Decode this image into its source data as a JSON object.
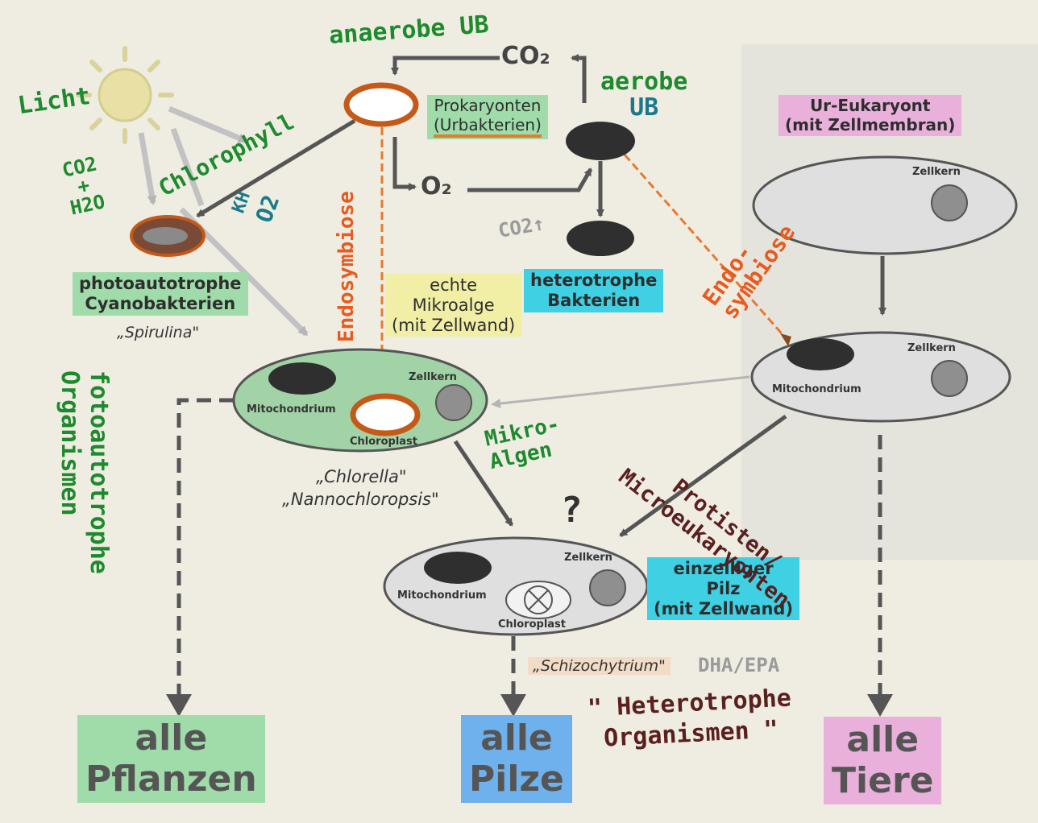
{
  "nodes": {
    "prokaryonten": [
      "Prokaryonten",
      "(Urbakterien)"
    ],
    "ur_eukaryont": [
      "Ur-Eukaryont",
      "(mit Zellmembran)"
    ],
    "photoautotrophe": [
      "photoautotrophe",
      "Cyanobakterien"
    ],
    "spirulina": "„Spirulina\"",
    "echte_mikroalge": [
      "echte",
      "Mikroalge",
      "(mit Zellwand)"
    ],
    "heterotrophe_bakterien": [
      "heterotrophe",
      "Bakterien"
    ],
    "einzelliger_pilz": [
      "einzelliger",
      "Pilz",
      "(mit Zellwand)"
    ],
    "chlorella": "„Chlorella\"",
    "nannochloropsis": "„Nannochloropsis\"",
    "schizochytrium": "„Schizochytrium\""
  },
  "molecules": {
    "co2": "CO₂",
    "o2": "O₂"
  },
  "organelles": {
    "zellkern": "Zellkern",
    "mitochondrium": "Mitochondrium",
    "chloroplast": "Chloroplast"
  },
  "handwriting": {
    "licht": "Licht",
    "chlorophyll": "Chlorophyll",
    "co2_h2o": [
      "CO2",
      "+",
      "H2O"
    ],
    "anaerobe_ub": "anaerobe UB",
    "aerobe_ub": [
      "aerobe",
      "UB"
    ],
    "endosymbiose_1": "Endosymbiose",
    "endosymbiose_2": [
      "Endo-",
      "symbiose"
    ],
    "o2_kh": [
      "KH",
      "O2"
    ],
    "co2_arrow": "CO2↑",
    "fotoautotrophe": [
      "fotoautotrophe",
      "Organismen"
    ],
    "mikroalgen": [
      "Mikro-",
      "Algen"
    ],
    "protisten": [
      "Protisten/",
      "Microeukaryonten"
    ],
    "question": "?",
    "dha_epa": "DHA/EPA",
    "heterotrophe_org": [
      "\" Heterotrophe",
      "Organismen \""
    ]
  },
  "outcomes": {
    "pflanzen": [
      "alle",
      "Pflanzen"
    ],
    "pilze": [
      "alle",
      "Pilze"
    ],
    "tiere": [
      "alle",
      "Tiere"
    ]
  },
  "colors": {
    "paper": "#efece2",
    "green_hl": "#9fdcaa",
    "cyan_hl": "#3fd0e4",
    "pink_hl": "#eab0dc",
    "yellow_hl": "#f1efa6",
    "blue_hl": "#6fb1ec",
    "ink_orange": "#e85a1e",
    "ink_green": "#1e8a2e",
    "ink_brown": "#5a2020",
    "ink_teal": "#1a7a8a"
  }
}
